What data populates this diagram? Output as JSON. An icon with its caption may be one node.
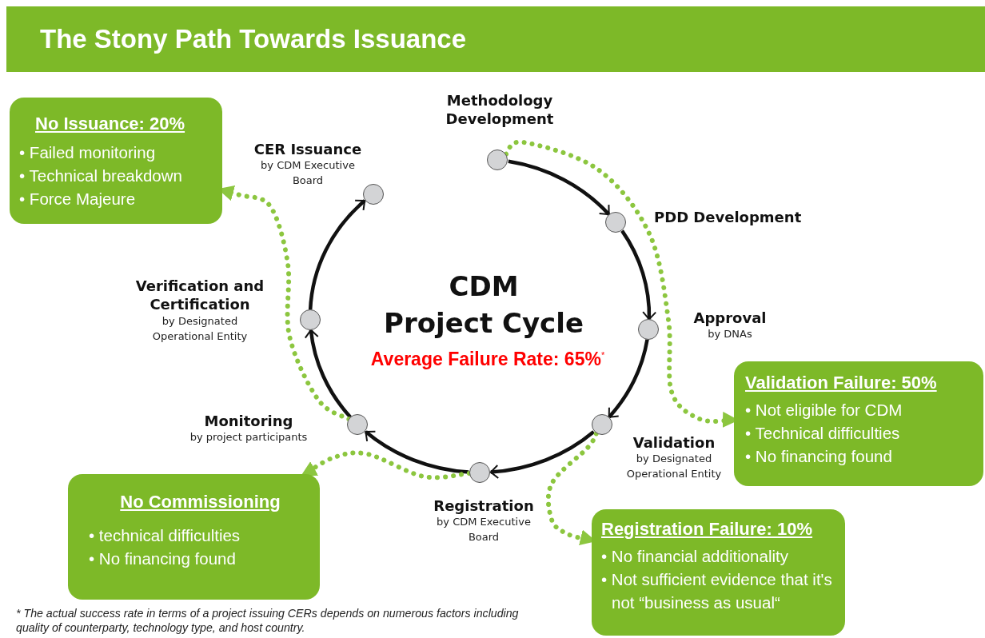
{
  "diagram": {
    "title": "The Stony Path Towards Issuance",
    "nodes": [
      {
        "text": [],
        "shape": "circle",
        "beside": [
          "Methodology Development"
        ]
      },
      {
        "text": [],
        "shape": "circle",
        "beside": [
          "PDD Development"
        ]
      },
      {
        "text": [],
        "shape": "circle",
        "beside": [
          "Approval",
          "by DNAs"
        ]
      },
      {
        "text": [],
        "shape": "circle",
        "beside": [
          "Validation",
          "by Designated Operational Entity"
        ]
      },
      {
        "text": [],
        "shape": "circle",
        "beside": [
          "Registration",
          "by CDM Executive Board"
        ]
      },
      {
        "text": [],
        "shape": "circle",
        "beside": [
          "Monitoring",
          "by project participants"
        ]
      },
      {
        "text": [],
        "shape": "circle",
        "beside": [
          "Verification and Certification",
          "by Designated Operational Entity"
        ]
      },
      {
        "text": [],
        "shape": "circle",
        "beside": [
          "CER Issuance",
          "by CDM Executive Board"
        ]
      },
      {
        "text": [
          "No Issuance: 20%",
          "• Failed monitoring",
          "• Technical breakdown",
          "• Force Majeure"
        ]
      },
      {
        "text": [
          "Validation Failure: 50%",
          "• Not eligible for CDM",
          "• Technical difficulties",
          "• No financing found"
        ]
      },
      {
        "text": [
          "Registration Failure: 10%",
          "• No financial additionality",
          "• Not sufficient evidence that it's not “business as usual“"
        ]
      },
      {
        "text": [
          "No Commissioning",
          "• technical difficulties",
          "• No financing found"
        ]
      }
    ],
    "edges": [
      {
        "from": 0,
        "to": 1,
        "arrow": "to"
      },
      {
        "from": 1,
        "to": 2,
        "arrow": "to"
      },
      {
        "from": 2,
        "to": 3,
        "arrow": "to"
      },
      {
        "from": 3,
        "to": 4,
        "arrow": "to"
      },
      {
        "from": 4,
        "to": 5,
        "arrow": "to"
      },
      {
        "from": 5,
        "to": 6,
        "arrow": "to"
      },
      {
        "from": 6,
        "to": 7,
        "arrow": "to"
      },
      {
        "from": 0,
        "to": 9,
        "arrow": "to",
        "style": "dashed",
        "color": "#8cc63f"
      },
      {
        "from": 3,
        "to": 10,
        "arrow": "to",
        "style": "dashed",
        "color": "#8cc63f"
      },
      {
        "from": 4,
        "to": 11,
        "arrow": "to",
        "style": "dashed",
        "color": "#8cc63f"
      },
      {
        "from": 5,
        "to": 8,
        "arrow": "to",
        "style": "dashed",
        "color": "#8cc63f"
      }
    ],
    "labels": [
      "CDM",
      "Project Cycle",
      "Average Failure Rate: 65%$^{*}$",
      "* The actual success rate in terms of a project issuing CERs depends on numerous factors including quality of counterparty, technology type, and host country."
    ]
  }
}
